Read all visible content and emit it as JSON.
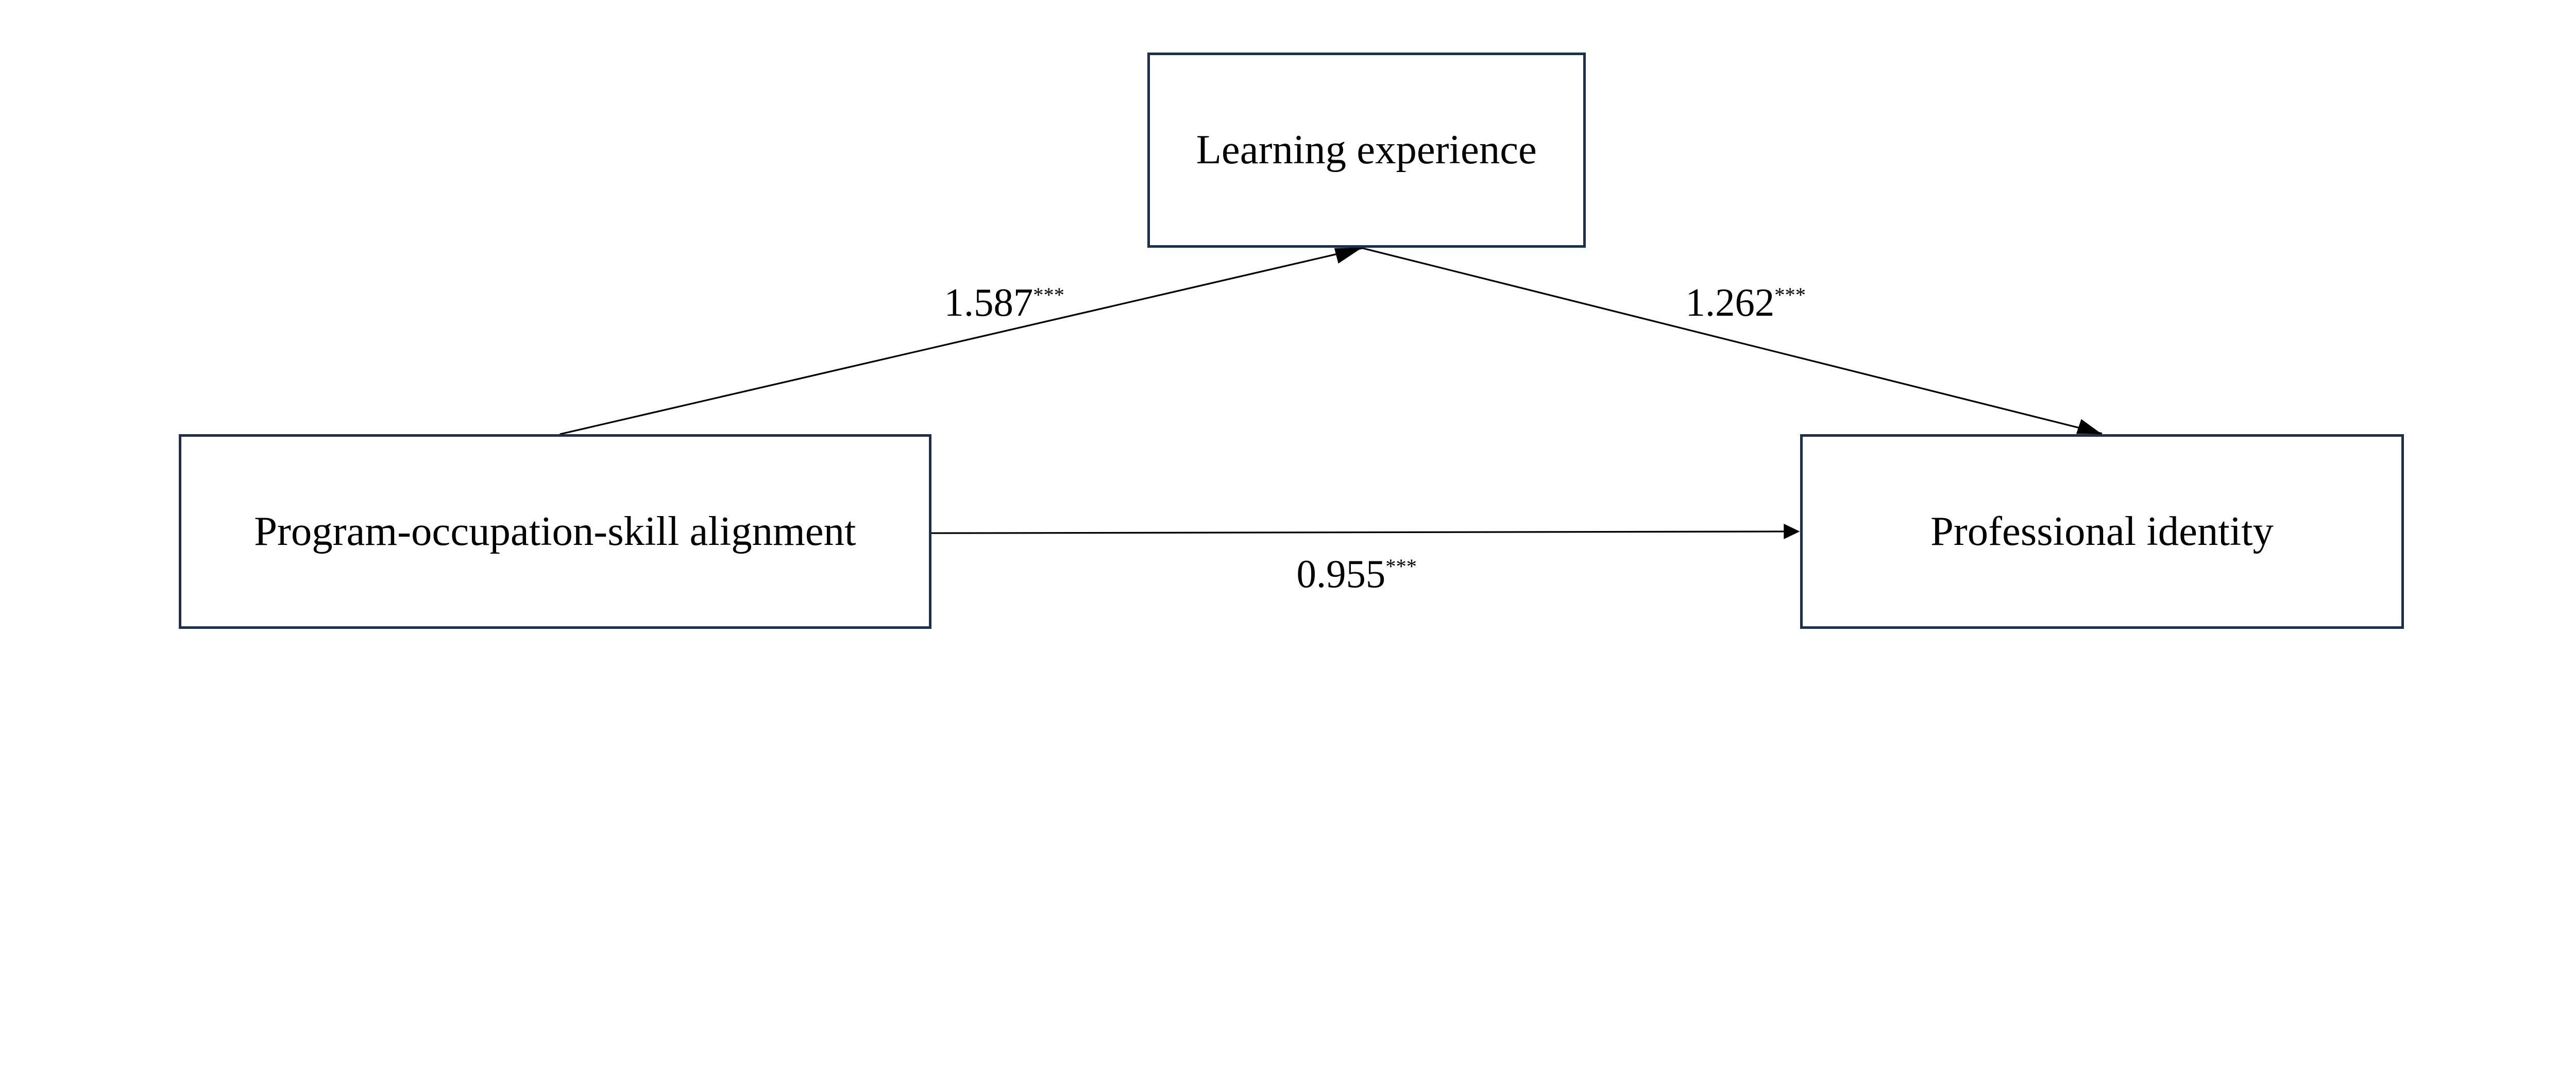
{
  "nodes": {
    "mediator": "Learning experience",
    "independent": "Program-occupation-skill alignment",
    "dependent": "Professional identity"
  },
  "paths": {
    "a": {
      "coef": "1.587",
      "sig": "***"
    },
    "b": {
      "coef": "1.262",
      "sig": "***"
    },
    "c": {
      "coef": "0.955",
      "sig": "***"
    }
  },
  "colors": {
    "box_border": "#1c2f50",
    "arrow": "#000000"
  }
}
